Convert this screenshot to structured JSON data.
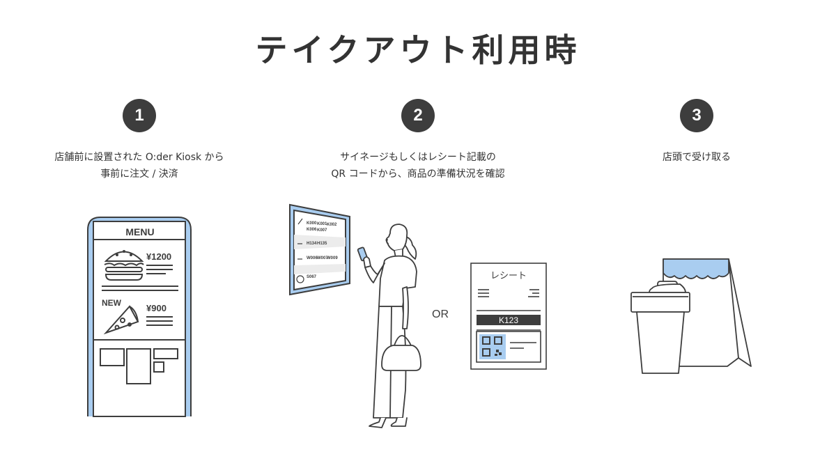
{
  "title": "テイクアウト利用時",
  "steps": [
    {
      "number": "1",
      "line1": "店舗前に設置された O:der Kiosk から",
      "line2": "事前に注文 / 決済"
    },
    {
      "number": "2",
      "line1": "サイネージもしくはレシート記載の",
      "line2": "QR コードから、商品の準備状況を確認"
    },
    {
      "number": "3",
      "line1": "店頭で受け取る",
      "line2": ""
    }
  ],
  "kiosk": {
    "menu": "MENU",
    "price1": "¥1200",
    "new_label": "NEW",
    "price2": "¥900"
  },
  "signage": {
    "rows": [
      {
        "codes": [
          "K000",
          "K001",
          "K002",
          "K006",
          "K007"
        ]
      },
      {
        "codes": [
          "H134",
          "H135"
        ]
      },
      {
        "codes": [
          "W006",
          "W007",
          "W009"
        ]
      },
      {
        "codes": [
          "S067"
        ]
      }
    ]
  },
  "or_label": "OR",
  "receipt": {
    "title": "レシート",
    "code": "K123"
  },
  "colors": {
    "accent": "#a9cdf0",
    "ink": "#3d3d3d",
    "title": "#333333"
  }
}
